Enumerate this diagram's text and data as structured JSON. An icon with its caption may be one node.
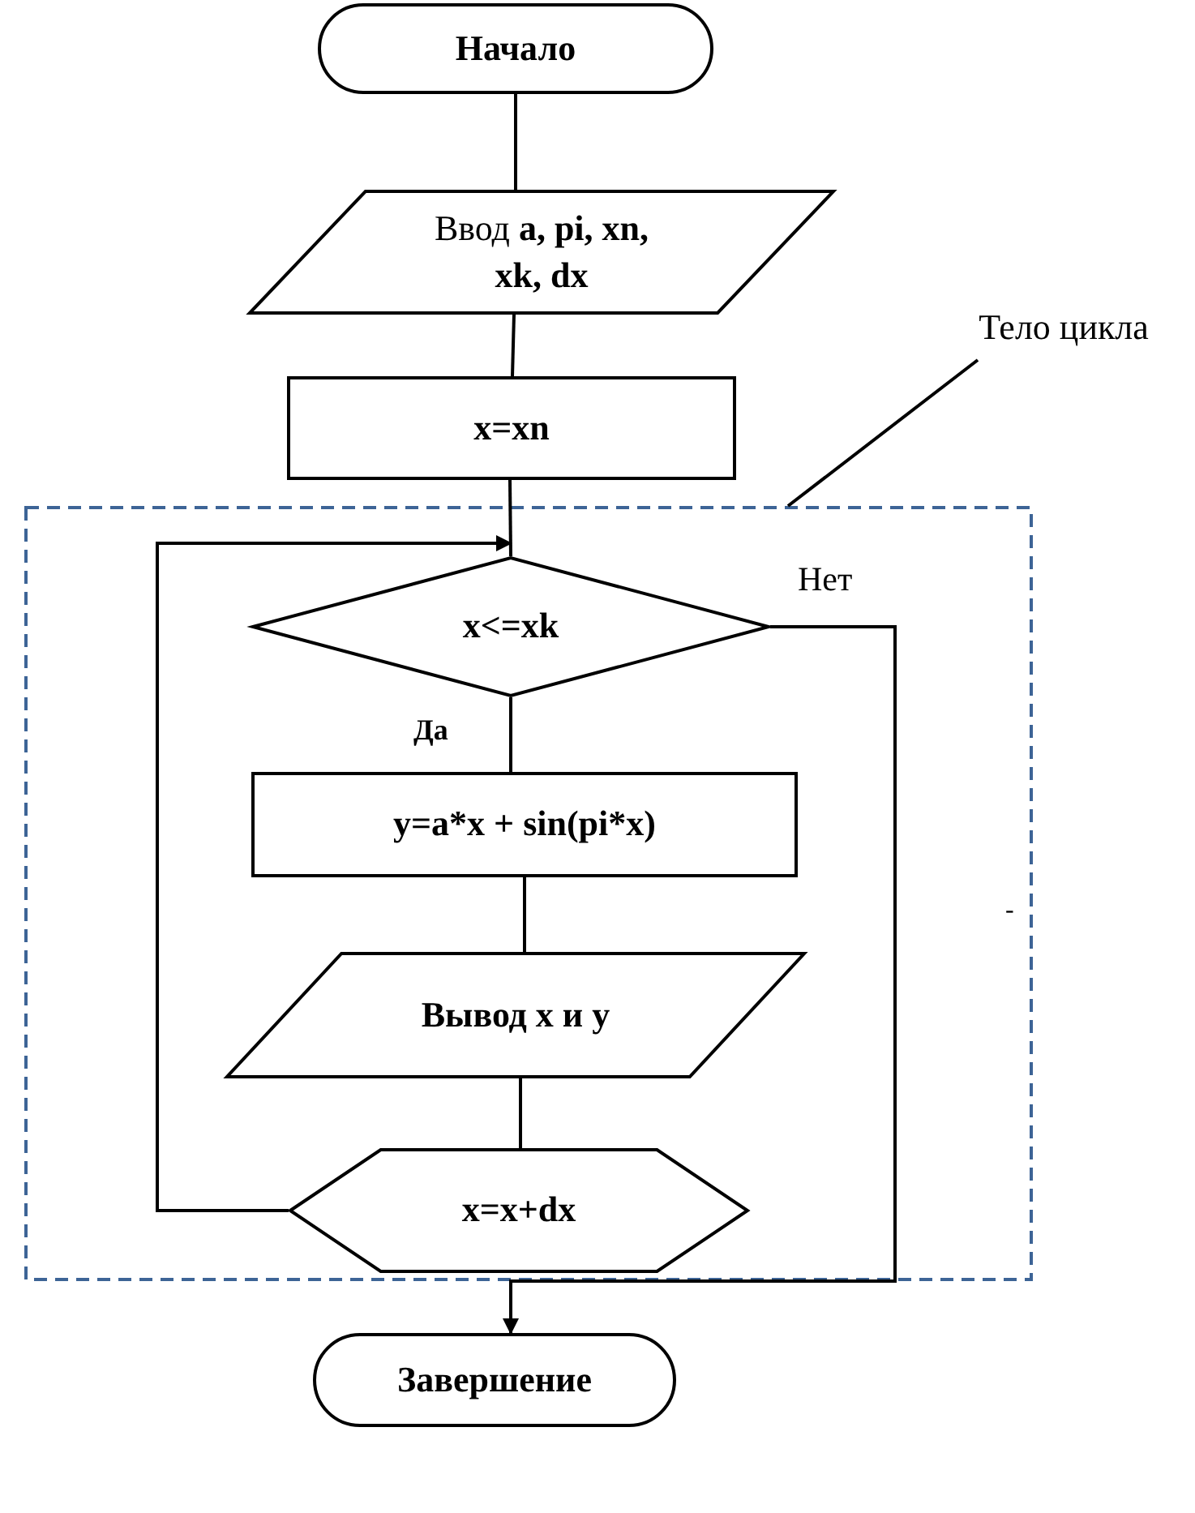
{
  "diagram": {
    "nodes": [
      {
        "text": [
          "Начало"
        ]
      },
      {
        "text": [
          "Ввод **a, pi, xn, xk, dx**"
        ]
      },
      {
        "text": [
          "x=xn"
        ]
      },
      {
        "text": [
          "Тело цикла"
        ]
      },
      {
        "text": [],
        "shape": "box"
      },
      {
        "text": [
          "x<=xk"
        ],
        "in": 4
      },
      {
        "text": [
          "y=a*x + sin(pi*x)"
        ],
        "in": 4
      },
      {
        "text": [
          "Вывод  x и y"
        ],
        "in": 4
      },
      {
        "text": [
          "x=x+dx"
        ],
        "in": 4
      },
      {
        "text": [
          "Завершение"
        ]
      }
    ],
    "edges": [
      {
        "from": 0,
        "to": 1,
        "arrow": "none"
      },
      {
        "from": 1,
        "to": 2,
        "arrow": "none"
      },
      {
        "from": 2,
        "to": 5,
        "arrow": "none"
      },
      {
        "from": 5,
        "to": 6,
        "arrow": "none",
        "label": "Да"
      },
      {
        "from": 6,
        "to": 7,
        "arrow": "none"
      },
      {
        "from": 7,
        "to": 8,
        "arrow": "none"
      },
      {
        "from": 8,
        "to": 5,
        "arrow": "to"
      },
      {
        "from": 5,
        "to": 9,
        "arrow": "to",
        "label": "Нет"
      },
      {
        "from": 3,
        "to": 4,
        "arrow": "none"
      }
    ],
    "labels": [
      "-"
    ]
  }
}
